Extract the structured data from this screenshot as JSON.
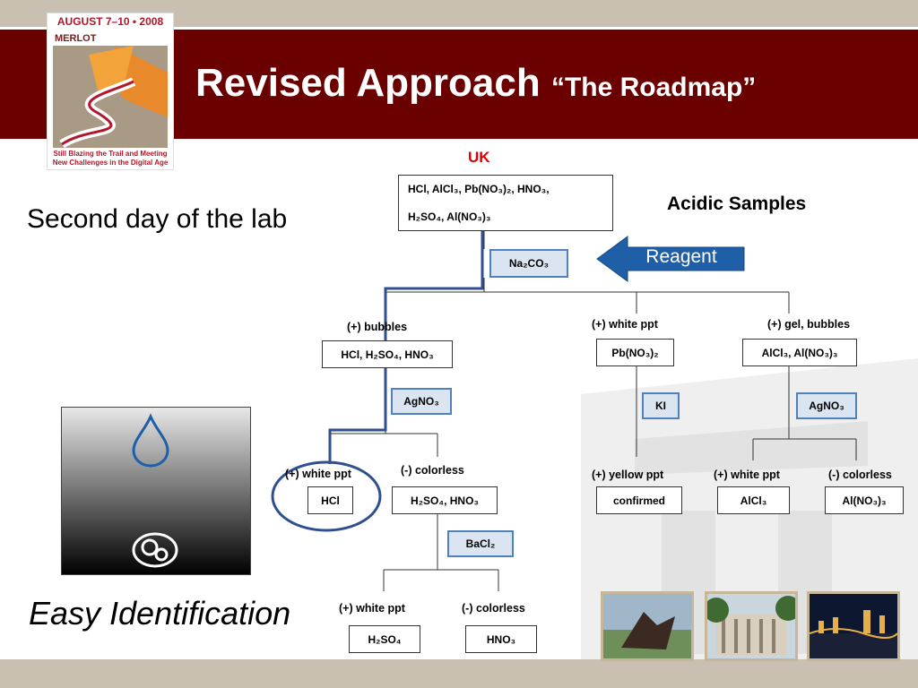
{
  "logo": {
    "date": "AUGUST 7–10 • 2008",
    "brand": "MERLOT",
    "tagline_1": "Still Blazing the Trail and Meeting",
    "tagline_2": "New Challenges in the Digital Age"
  },
  "title": {
    "main": "Revised Approach",
    "sub": "“The Roadmap”"
  },
  "side_text": "Second day of the lab",
  "caption": "Easy Identification",
  "heading": "Acidic Samples",
  "uk_label": "UK",
  "reagent_label": "Reagent",
  "flowchart": {
    "root_line1": "HCl, AlCl₃, Pb(NO₃)₂, HNO₃,",
    "root_line2": "H₂SO₄, Al(NO₃)₃",
    "reagent1": "Na₂CO₃",
    "branch1_label": "(+) bubbles",
    "branch1_box": "HCl, H₂SO₄, HNO₃",
    "branch2_label": "(+) white ppt",
    "branch2_box": "Pb(NO₃)₂",
    "branch3_label": "(+) gel, bubbles",
    "branch3_box": "AlCl₃, Al(NO₃)₃",
    "reagent_agno3_a": "AgNO₃",
    "reagent_ki": "KI",
    "reagent_agno3_b": "AgNO₃",
    "hcl_label": "(+) white ppt",
    "hcl_box": "HCl",
    "colorless1_label": "(-) colorless",
    "colorless1_box": "H₂SO₄, HNO₃",
    "yellow_label": "(+) yellow ppt",
    "yellow_box": "confirmed",
    "alcl3_label": "(+) white ppt",
    "alcl3_box": "AlCl₃",
    "alno3_label": "(-) colorless",
    "alno3_box": "Al(NO₃)₃",
    "reagent_bacl2": "BaCl₂",
    "h2so4_label": "(+) white ppt",
    "h2so4_box": "H₂SO₄",
    "hno3_label": "(-) colorless",
    "hno3_box": "HNO₃"
  },
  "colors": {
    "title_bar": "#6b0000",
    "accent_blue": "#1f5fa8",
    "path_blue": "#2f4f8f",
    "uk_red": "#e00000"
  },
  "icons": {
    "drop": "water-drop-icon",
    "bubbles": "bubbles-icon",
    "arrow": "left-arrow-icon"
  }
}
